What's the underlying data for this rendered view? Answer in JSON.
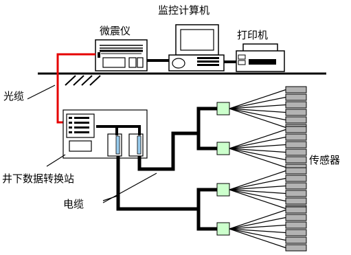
{
  "labels": {
    "seismograph": "微震仪",
    "monitor_computer": "监控计算机",
    "printer": "打印机",
    "optical_cable": "光缆",
    "underground_station": "井下数据转换站",
    "cable": "电缆",
    "sensors": "传感器"
  },
  "colors": {
    "optical_cable": "#e60000",
    "cable": "#000000",
    "junction_box": "#ccffcc",
    "sensor": "#b3b3b3",
    "connector": "#99ccee"
  },
  "sensor_groups": [
    {
      "group": "top-1",
      "sensor_count": 6
    },
    {
      "group": "top-2",
      "sensor_count": 6
    },
    {
      "group": "bottom-1",
      "sensor_count": 6
    },
    {
      "group": "bottom-2",
      "sensor_count": 6
    }
  ]
}
